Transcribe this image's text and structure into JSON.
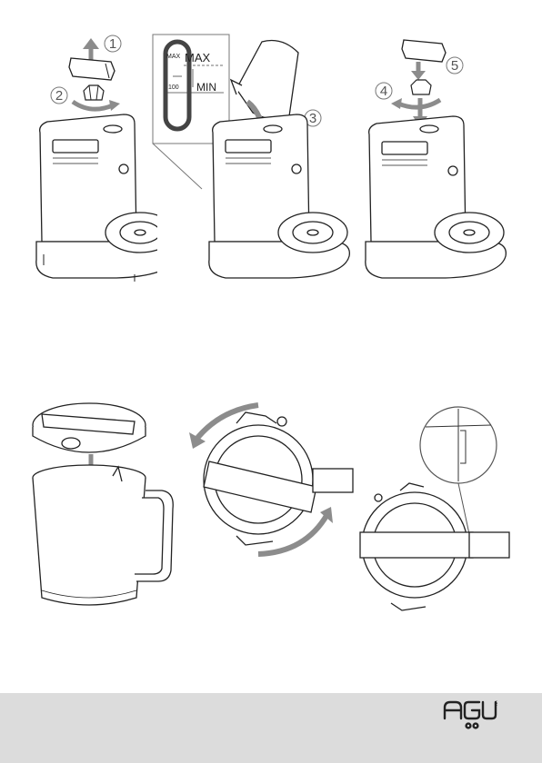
{
  "steps": [
    "1",
    "2",
    "3",
    "4",
    "5"
  ],
  "scale": {
    "max_small": "MAX",
    "max_large": "MAX",
    "min_value": "100",
    "min_label": "MIN"
  },
  "brand": {
    "logo_text": "AGU",
    "mark": "®"
  },
  "colors": {
    "footer_bg": "#dcdcdc",
    "arrow_gray": "#8c8c8c",
    "outline": "#222222"
  },
  "icons": [
    "arrow-up-icon",
    "rotate-arrow-icon",
    "water-pour-icon",
    "arrow-down-icon",
    "curved-arrow-icon"
  ]
}
